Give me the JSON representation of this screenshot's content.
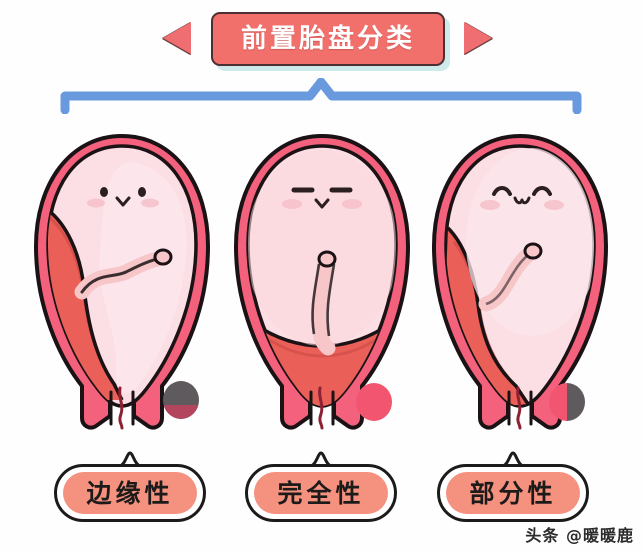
{
  "title": {
    "text": "前置胎盘分类",
    "banner_color": "#f2706c",
    "banner_shadow_color": "#cfeaea",
    "text_color": "#ffffff",
    "arrow_left_icon": "triangle-left-icon",
    "arrow_right_icon": "triangle-right-icon",
    "arrow_color": "#ef6e72"
  },
  "bracket": {
    "icon": "bracket-connector-icon",
    "color": "#6a9ade"
  },
  "diagrams": [
    {
      "id": "marginal",
      "name": "uterus-diagram-marginal",
      "face": "neutral-dot-eyes",
      "placenta_position": "left-lateral-lower",
      "cervix_coverage": "edge-only",
      "uterus_wall_color": "#f4617c",
      "uterus_inner_color": "#fbdfe4",
      "placenta_color": "#ea6058",
      "cord_color": "#f7c6c8",
      "indicator": {
        "name": "coverage-indicator-marginal",
        "type": "mostly-gray",
        "left_color": "#5e5a5e",
        "right_color": "#5e5a5e",
        "accent_color": "#b3455f"
      }
    },
    {
      "id": "complete",
      "name": "uterus-diagram-complete",
      "face": "sleepy-line-eyes",
      "placenta_position": "full-lower-segment",
      "cervix_coverage": "full",
      "uterus_wall_color": "#f4617c",
      "uterus_inner_color": "#fbdfe4",
      "placenta_color": "#ea6058",
      "cord_color": "#f7c6c8",
      "indicator": {
        "name": "coverage-indicator-complete",
        "type": "full-pink",
        "left_color": "#f2556f",
        "right_color": "#f2556f",
        "accent_color": "#f2556f"
      }
    },
    {
      "id": "partial",
      "name": "uterus-diagram-partial",
      "face": "happy-arc-eyes",
      "placenta_position": "left-lateral-over-os",
      "cervix_coverage": "partial",
      "uterus_wall_color": "#f4617c",
      "uterus_inner_color": "#fbdfe4",
      "placenta_color": "#ea6058",
      "cord_color": "#f7c6c8",
      "indicator": {
        "name": "coverage-indicator-partial",
        "type": "half-pink-half-gray",
        "left_color": "#f2556f",
        "right_color": "#5e5a5e",
        "accent_color": "#5e5a5e"
      }
    }
  ],
  "labels": [
    {
      "id": "marginal",
      "text": "边缘性",
      "fill": "#f4917f",
      "outline": "#1d1a1a"
    },
    {
      "id": "complete",
      "text": "完全性",
      "fill": "#f4917f",
      "outline": "#1d1a1a"
    },
    {
      "id": "partial",
      "text": "部分性",
      "fill": "#f4917f",
      "outline": "#1d1a1a"
    }
  ],
  "watermark": {
    "platform": "头条",
    "handle": "@暖暖鹿",
    "full": "头条 @暖暖鹿"
  }
}
